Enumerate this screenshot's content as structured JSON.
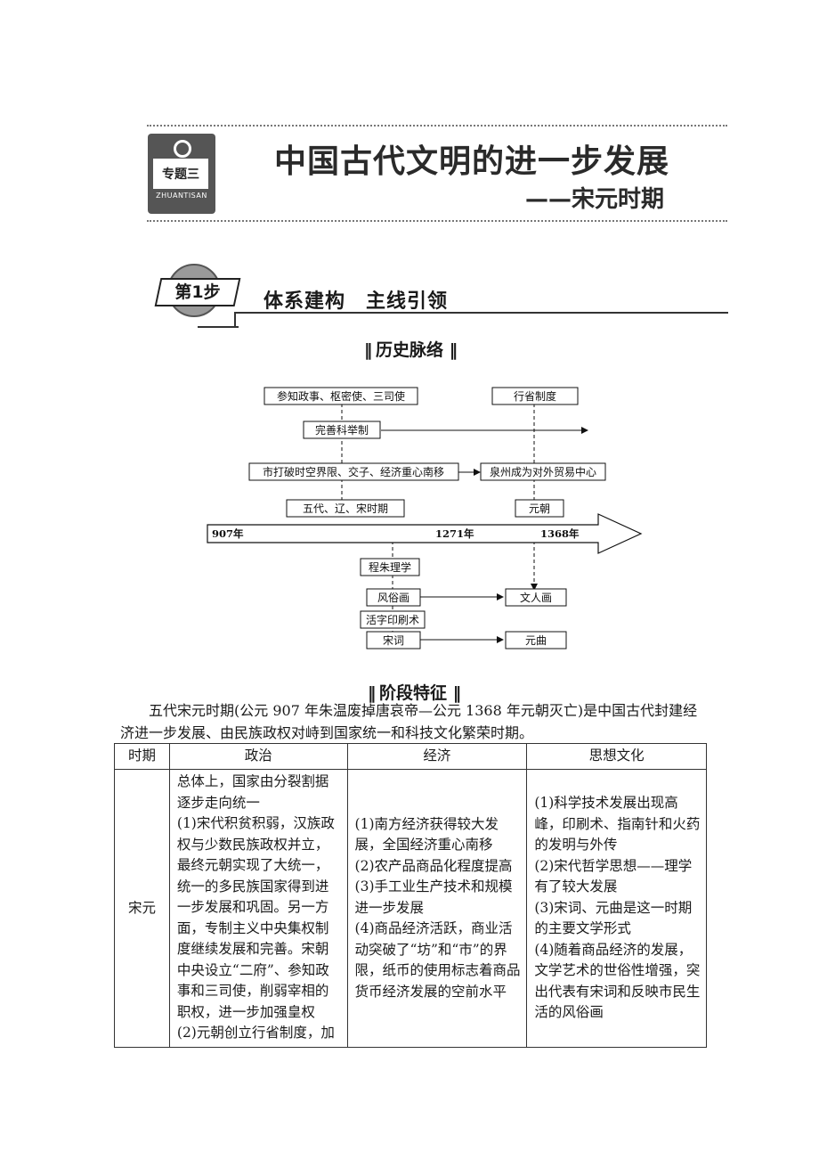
{
  "header": {
    "badge_label": "专题三",
    "badge_pinyin": "ZHUANTISAN",
    "title": "中国古代文明的进一步发展",
    "subtitle": "——宋元时期"
  },
  "step": {
    "label": "第1步",
    "heading": "体系建构　主线引领"
  },
  "timeline_section": {
    "heading": "历史脉络",
    "boxes": {
      "politics": "参知政事、枢密使、三司使",
      "province": "行省制度",
      "exam": "完善科举制",
      "market": "市打破时空界限、交子、经济重心南移",
      "quanzhou": "泉州成为对外贸易中心",
      "song_period": "五代、辽、宋时期",
      "yuan": "元朝",
      "neo_confucian": "程朱理学",
      "genre_painting": "风俗画",
      "literati_painting": "文人画",
      "movable_type": "活字印刷术",
      "song_ci": "宋词",
      "yuan_qu": "元曲"
    },
    "years": [
      "907年",
      "1271年",
      "1368年"
    ]
  },
  "features_section": {
    "heading": "阶段特征",
    "intro": "五代宋元时期(公元 907 年朱温废掉唐哀帝—公元 1368 年元朝灭亡)是中国古代封建经济进一步发展、由民族政权对峙到国家统一和科技文化繁荣时期。",
    "table": {
      "headers": [
        "时期",
        "政治",
        "经济",
        "思想文化"
      ],
      "period": "宋元",
      "politics": "总体上，国家由分裂割据逐步走向统一\n(1)宋代积贫积弱，汉族政权与少数民族政权并立，最终元朝实现了大统一，统一的多民族国家得到进一步发展和巩固。另一方面，专制主义中央集权制度继续发展和完善。宋朝中央设立“二府”、参知政事和三司使，削弱宰相的职权，进一步加强皇权\n(2)元朝创立行省制度，加",
      "economy": "(1)南方经济获得较大发展，全国经济重心南移\n(2)农产品商品化程度提高\n(3)手工业生产技术和规模进一步发展\n(4)商品经济活跃，商业活动突破了“坊”和“市”的界限，纸币的使用标志着商品货币经济发展的空前水平",
      "culture": "(1)科学技术发展出现高峰，印刷术、指南针和火药的发明与外传\n(2)宋代哲学思想——理学有了较大发展\n(3)宋词、元曲是这一时期的主要文学形式\n(4)随着商品经济的发展，文学艺术的世俗性增强，突出代表有宋词和反映市民生活的风俗画"
    }
  }
}
